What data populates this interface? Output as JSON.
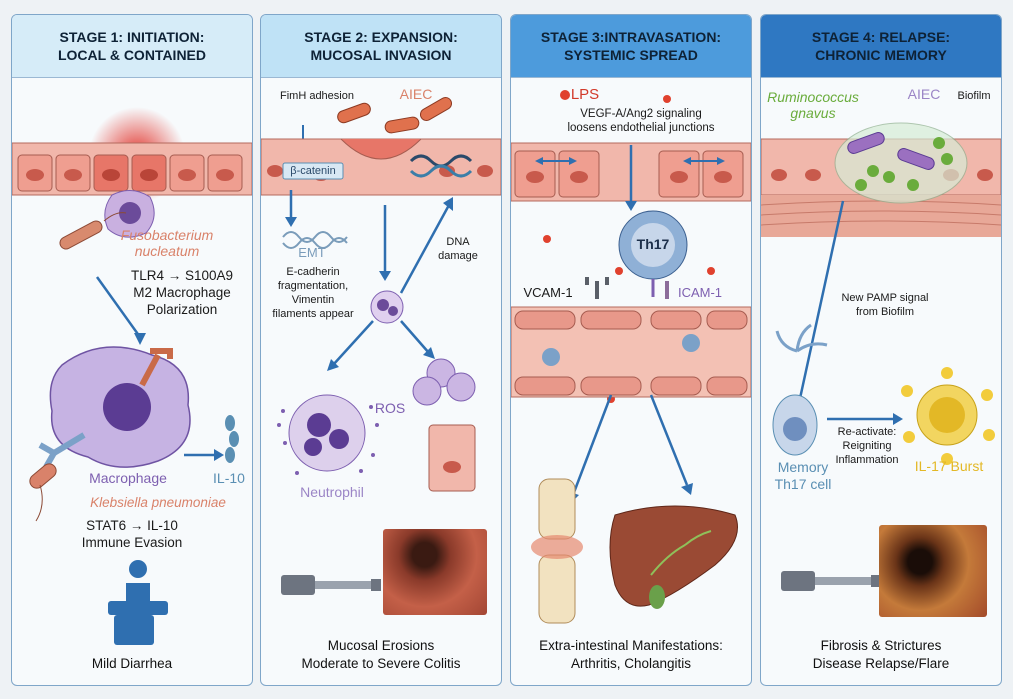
{
  "stage1": {
    "title_line1": "STAGE 1: INITIATION:",
    "title_line2": "LOCAL & CONTAINED",
    "fuso_line1": "Fusobacterium",
    "fuso_line2": "nucleatum",
    "tlr_line1": "TLR4 → S100A9",
    "tlr_line2": "M2 Macrophage",
    "tlr_line3": "Polarization",
    "macrophage": "Macrophage",
    "il10": "IL-10",
    "klebsiella": "Klebsiella pneumoniae",
    "stat_line1": "STAT6 → IL-10",
    "stat_line2": "Immune Evasion",
    "footer": "Mild Diarrhea"
  },
  "stage2": {
    "title_line1": "STAGE 2: EXPANSION:",
    "title_line2": "MUCOSAL INVASION",
    "fimh": "FimH adhesion",
    "aiec": "AIEC",
    "catenin": "β-catenin",
    "emt": "EMT",
    "emt_line1": "E-cadherin",
    "emt_line2": "fragmentation,",
    "emt_line3": "Vimentin",
    "emt_line4": "filaments appear",
    "dna_line1": "DNA",
    "dna_line2": "damage",
    "ros": "ROS",
    "neutrophil": "Neutrophil",
    "footer_line1": "Mucosal Erosions",
    "footer_line2": "Moderate to Severe Colitis"
  },
  "stage3": {
    "title_line1": "STAGE 3:INTRAVASATION:",
    "title_line2": "SYSTEMIC SPREAD",
    "lps": "LPS",
    "vegf_line1": "VEGF-A/Ang2 signaling",
    "vegf_line2": "loosens endothelial junctions",
    "th17": "Th17",
    "vcam": "VCAM-1",
    "icam": "ICAM-1",
    "footer_line1": "Extra-intestinal Manifestations:",
    "footer_line2": "Arthritis, Cholangitis"
  },
  "stage4": {
    "title_line1": "STAGE 4: RELAPSE:",
    "title_line2": "CHRONIC MEMORY",
    "rumino_line1": "Ruminococcus",
    "rumino_line2": "gnavus",
    "aiec": "AIEC",
    "biofilm": "Biofilm",
    "pamp_line1": "New PAMP signal",
    "pamp_line2": "from Biofilm",
    "react_line1": "Re-activate:",
    "react_line2": "Reigniting",
    "react_line3": "Inflammation",
    "memory_line1": "Memory",
    "memory_line2": "Th17 cell",
    "il17": "IL-17 Burst",
    "footer_line1": "Fibrosis & Strictures",
    "footer_line2": "Disease Relapse/Flare"
  },
  "colors": {
    "bacteria_text": "#d9826a",
    "purple_text": "#7d5fb0",
    "teal_text": "#5a8fb3",
    "il17_text": "#e3b826",
    "arrow": "#2f6fb0"
  }
}
